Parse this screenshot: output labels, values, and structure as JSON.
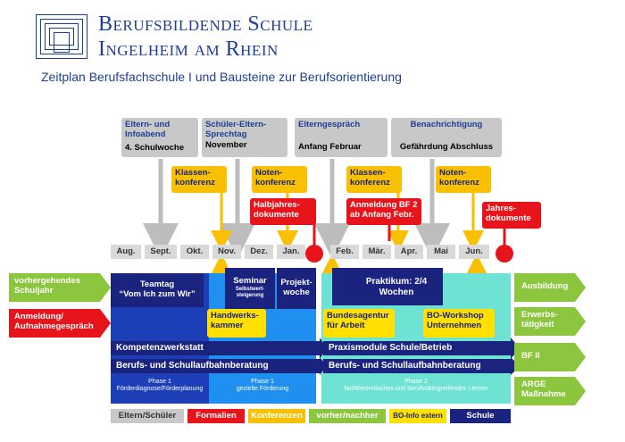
{
  "header": {
    "title_line1": "Berufsbildende Schule",
    "title_line2": "Ingelheim am Rhein",
    "subtitle": "Zeitplan Berufsfachschule I und Bausteine zur Berufsorientierung"
  },
  "info_boxes": [
    {
      "top": "Eltern- und Infoabend",
      "bottom": "4. Schulwoche"
    },
    {
      "top": "Schüler-Eltern-Sprechtag",
      "bottom": "November"
    },
    {
      "top": "Elterngespräch",
      "bottom": "Anfang Februar"
    },
    {
      "top": "Benachrichtigung",
      "bottom": "Gefährdung Abschluss"
    }
  ],
  "conferences": {
    "klassen1": "Klassen-konferenz",
    "noten1": "Noten-konferenz",
    "klassen2": "Klassen-konferenz",
    "noten2": "Noten-konferenz"
  },
  "formalien": {
    "halbjahr": "Halbjahres-dokumente",
    "anmeldung_bf2": "Anmeldung BF 2 ab Anfang Febr.",
    "jahres": "Jahres-dokumente"
  },
  "months": [
    "Aug.",
    "Sept.",
    "Okt.",
    "Nov.",
    "Dez.",
    "Jan.",
    "Feb.",
    "Mär.",
    "Apr.",
    "Mai",
    "Jun."
  ],
  "blocks": {
    "teamtag_title": "Teamtag",
    "teamtag_sub": "“Vom Ich zum Wir”",
    "seminar_title": "Seminar",
    "seminar_sub": "Selbstwert-steigerung",
    "projekt": "Projekt-woche",
    "praktikum": "Praktikum: 2/4 Wochen",
    "handwerk": "Handwerks-kammer",
    "bundesagentur": "Bundesagentur für Arbeit",
    "workshop": "BO-Workshop Unternehmen"
  },
  "bars": {
    "kompetenz": "Kompetenzwerkstatt",
    "praxis": "Praxismodule Schule/Betrieb",
    "beruf1": "Berufs- und Schullaufbahnberatung",
    "beruf2": "Berufs- und Schullaufbahnberatung"
  },
  "phases": {
    "p1_title": "Phase 1",
    "p1_sub": "Förderdiagnose/Förderplanung",
    "p2_title": "Phase 1",
    "p2_sub": "gezielte Förderung",
    "p3_title": "Phase 2",
    "p3_sub": "fachtheoretisches und berufsübergreifendes Lernen"
  },
  "left": {
    "vorher": "vorhergehendes Schuljahr",
    "anmeldung": "Anmeldung/ Aufnahmegespräch"
  },
  "right": {
    "ausbildung": "Ausbildung",
    "erwerb": "Erwerbs-tätigkeit",
    "bf2": "BF II",
    "arge": "ARGE Maßnahme"
  },
  "legend": {
    "eltern": "Eltern/Schüler",
    "formalien": "Formalien",
    "konferenzen": "Konferenzen",
    "vorher": "vorher/nachher",
    "boinfo": "BO-Info extern",
    "schule": "Schule"
  },
  "colors": {
    "navy": "#1a237e",
    "grey": "#c8c8c8",
    "yellow": "#f8c000",
    "red": "#e8141c",
    "green": "#8cc63f",
    "blue_phase": "#1f5fd0",
    "cyan_phase": "#5bd6d6"
  }
}
